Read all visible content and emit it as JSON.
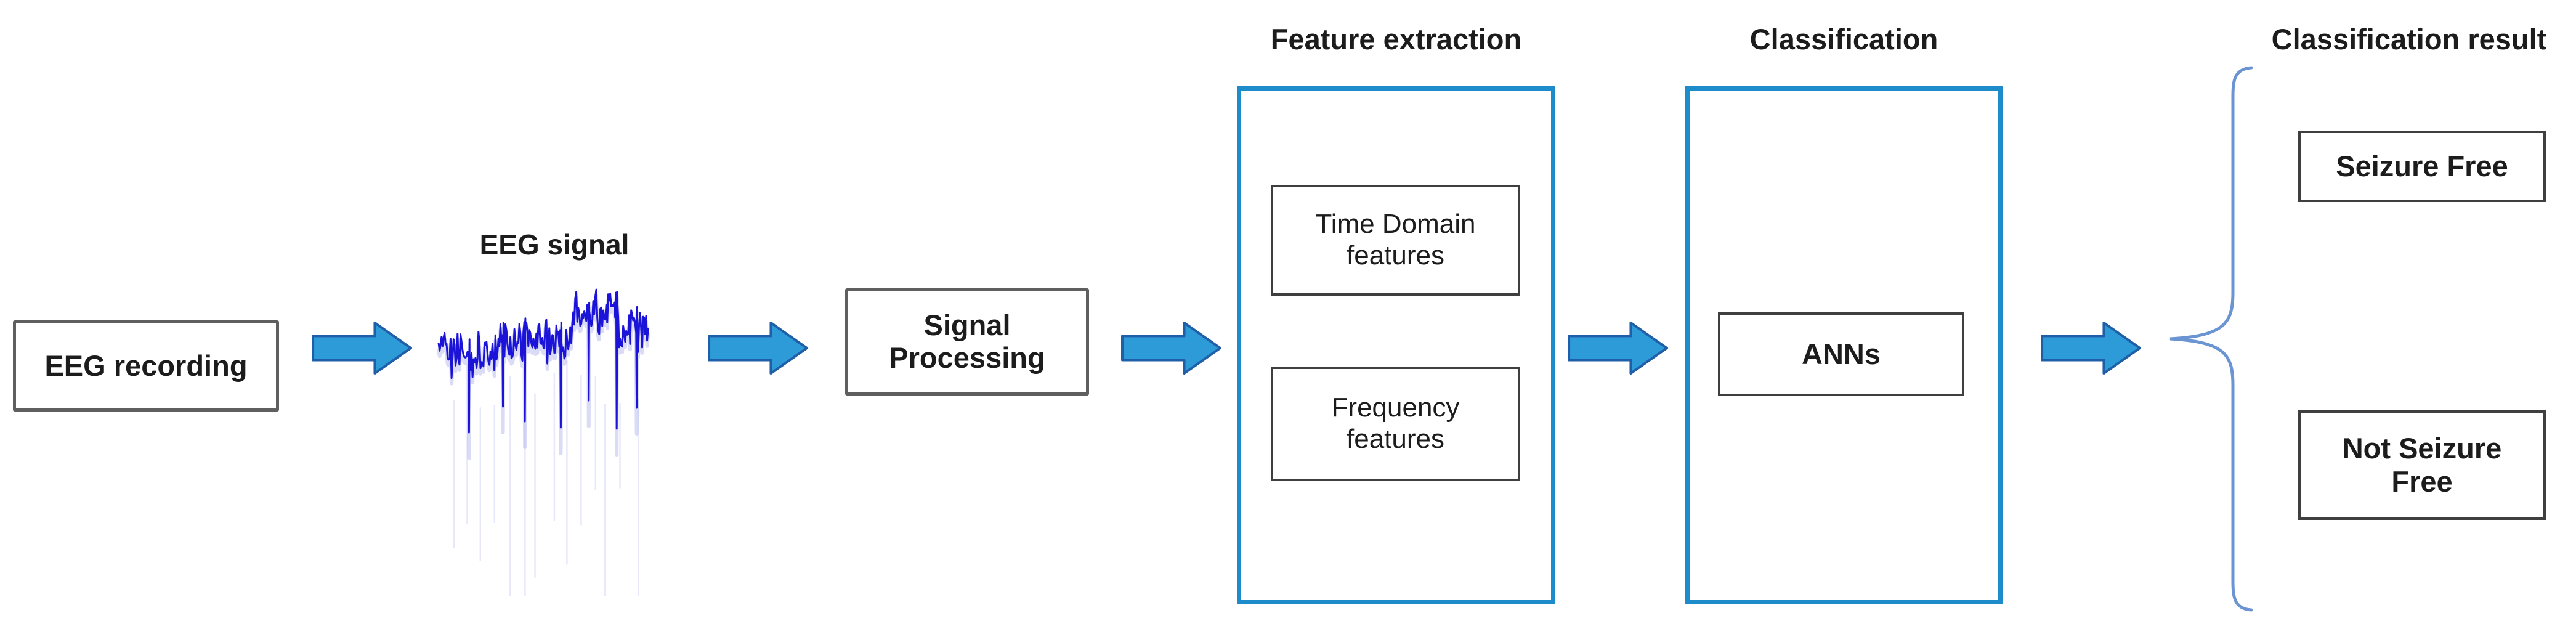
{
  "diagram": {
    "stages": {
      "eeg_recording": {
        "label": "EEG recording"
      },
      "eeg_signal": {
        "label": "EEG signal"
      },
      "signal_processing": {
        "label": "Signal Processing"
      },
      "feature_extraction": {
        "title": "Feature extraction",
        "items": [
          {
            "label": "Time Domain features"
          },
          {
            "label": "Frequency features"
          }
        ]
      },
      "classification": {
        "title": "Classification",
        "items": [
          {
            "label": "ANNs"
          }
        ]
      },
      "classification_result": {
        "title": "Classification result",
        "items": [
          {
            "label": "Seizure Free"
          },
          {
            "label": "Not Seizure Free"
          }
        ]
      }
    },
    "icons": {
      "flow_arrow": "right-block-arrow",
      "brace": "left-curly-brace",
      "waveform": "eeg-waveform-trace"
    },
    "colors": {
      "arrow_fill": "#2e9bd9",
      "arrow_stroke": "#1f5fa8",
      "container_border": "#1e8bcb",
      "process_box_border": "#5f5f5f",
      "inner_box_border": "#3f3f3f",
      "brace_stroke": "#6b94d2",
      "waveform_main": "#1b14d8",
      "waveform_ghost": "#9699e8",
      "text": "#1c1c1c",
      "background": "#ffffff"
    }
  }
}
